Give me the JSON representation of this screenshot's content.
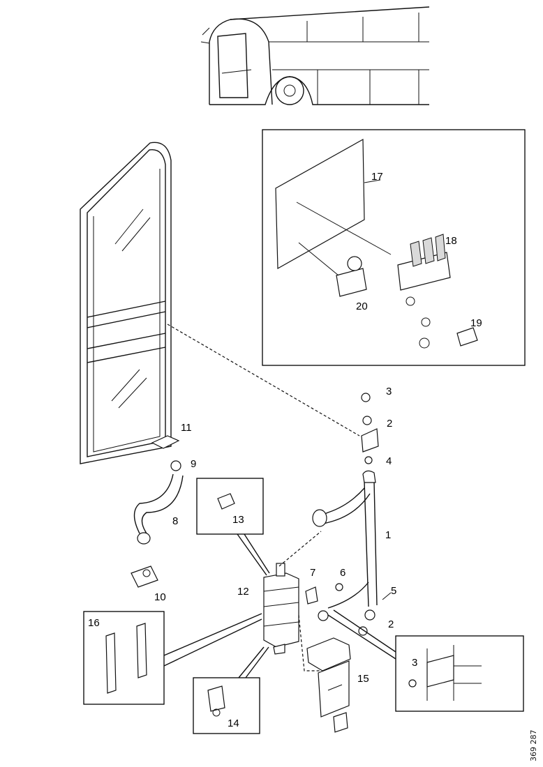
{
  "drawing_code": "369 287",
  "callouts": [
    "1",
    "2",
    "2",
    "3",
    "3",
    "4",
    "5",
    "6",
    "7",
    "8",
    "9",
    "10",
    "11",
    "12",
    "13",
    "14",
    "15",
    "16",
    "17",
    "18",
    "19",
    "20"
  ]
}
